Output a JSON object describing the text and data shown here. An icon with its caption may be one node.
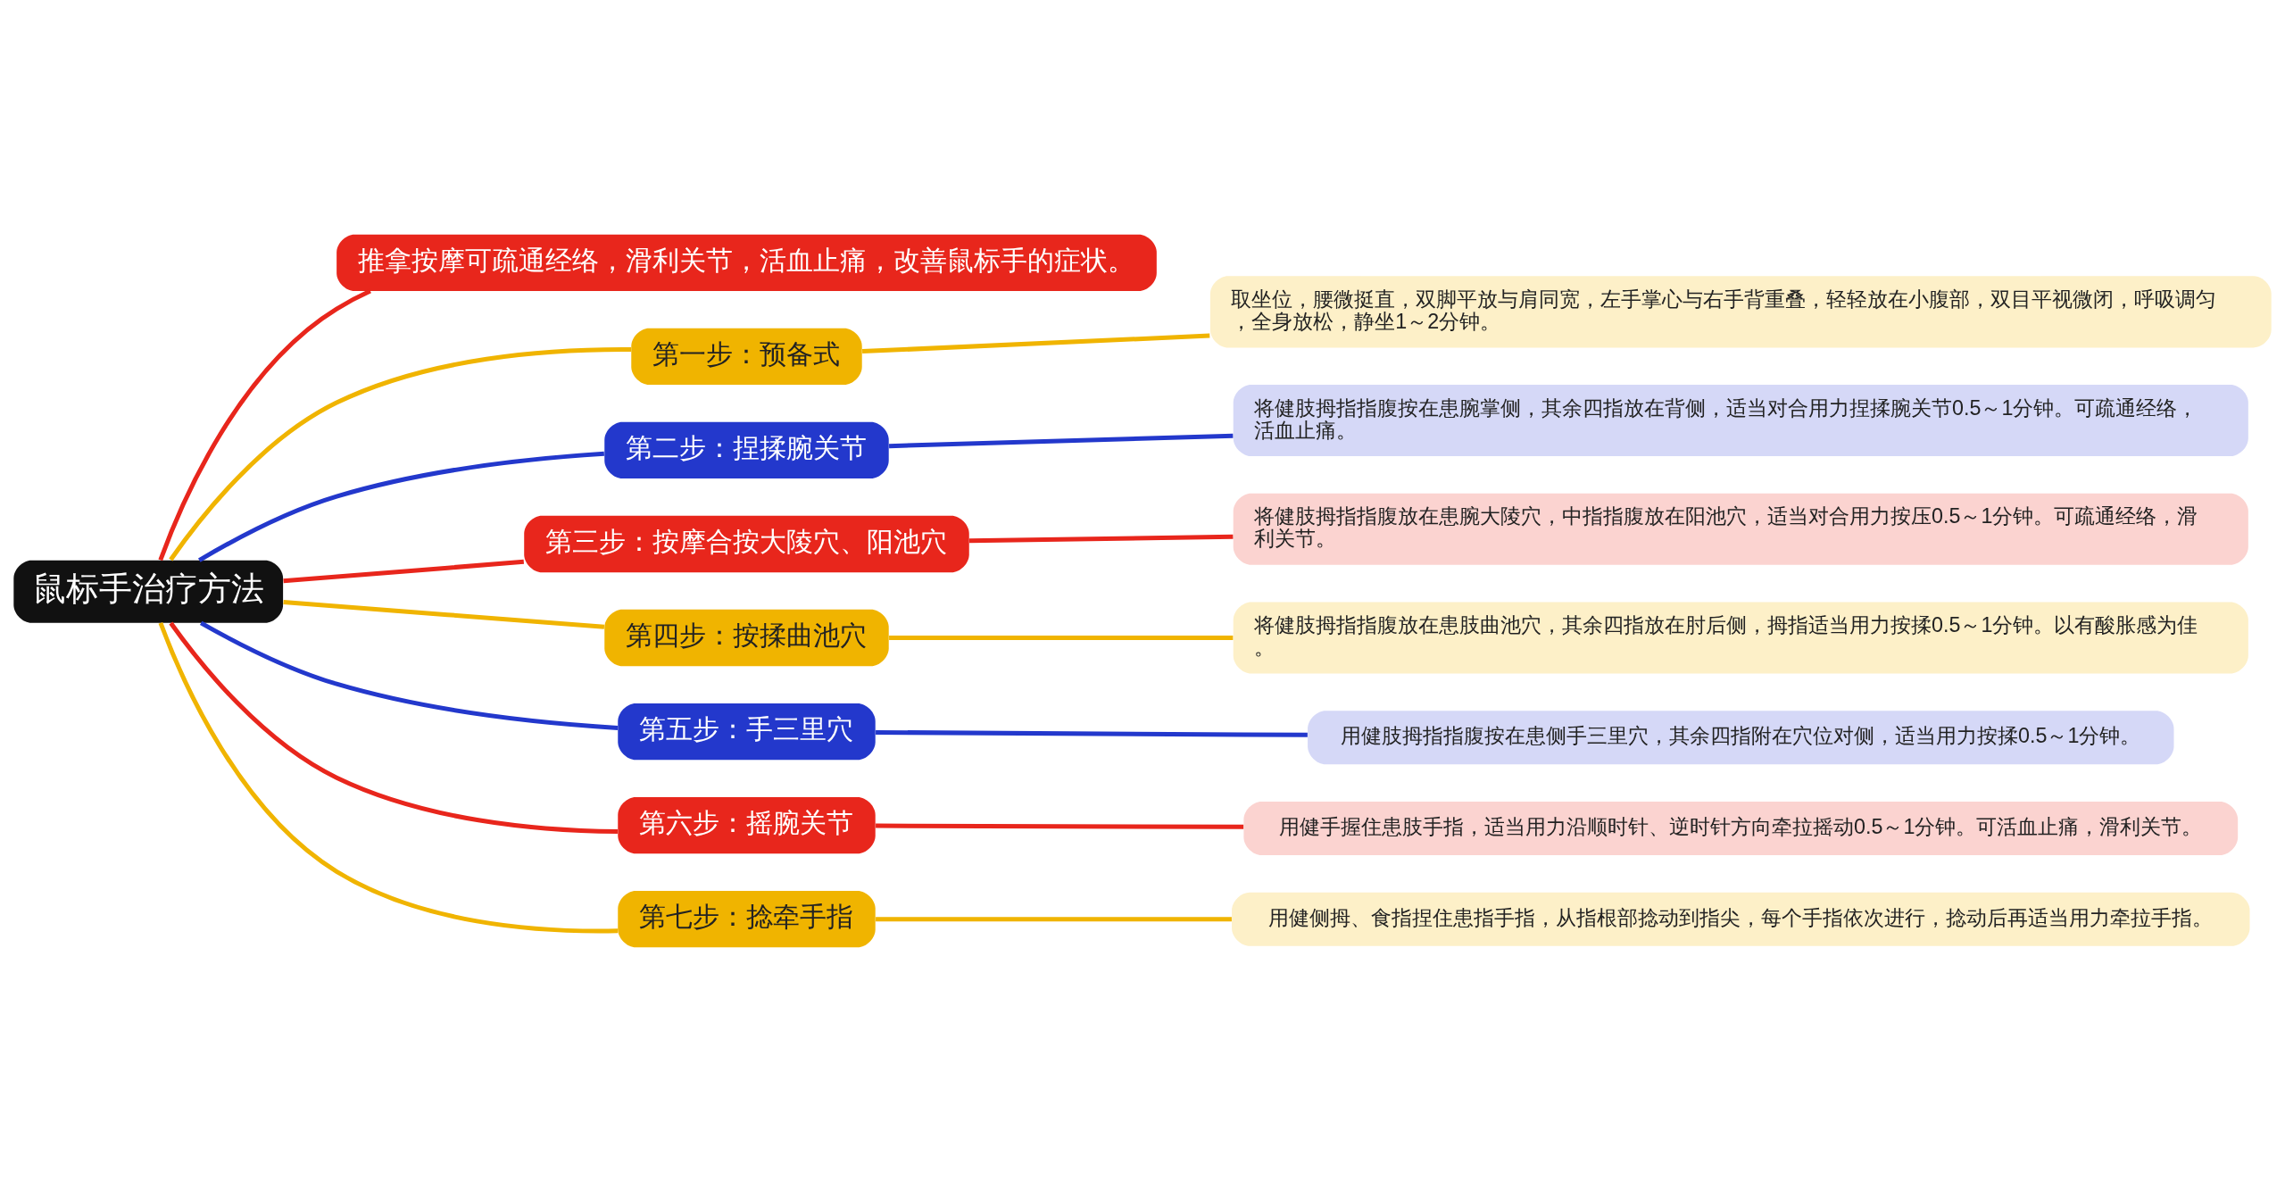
{
  "diagram": {
    "nodes": [
      {
        "text": [
          "鼠标手治疗方法"
        ]
      },
      {
        "text": [
          "推拿按摩可疏通经络，滑利关节，活血止痛，改善鼠标手的症状。"
        ]
      },
      {
        "text": [
          "第一步：预备式"
        ]
      },
      {
        "text": [
          "取坐位，腰微挺直，双脚平放与肩同宽，左手掌心与右手背重叠，轻轻放在小腹部，双目平视微闭，呼吸调匀，全身放松，静坐1～2分钟。"
        ]
      },
      {
        "text": [
          "第二步：捏揉腕关节"
        ]
      },
      {
        "text": [
          "将健肢拇指指腹按在患腕掌侧，其余四指放在背侧，适当对合用力捏揉腕关节0.5～1分钟。可疏通经络，活血止痛。"
        ]
      },
      {
        "text": [
          "第三步：按摩合按大陵穴、阳池穴"
        ]
      },
      {
        "text": [
          "将健肢拇指指腹放在患腕大陵穴，中指指腹放在阳池穴，适当对合用力按压0.5～1分钟。可疏通经络，滑利关节。"
        ]
      },
      {
        "text": [
          "第四步：按揉曲池穴"
        ]
      },
      {
        "text": [
          "将健肢拇指指腹放在患肢曲池穴，其余四指放在肘后侧，拇指适当用力按揉0.5～1分钟。以有酸胀感为佳。"
        ]
      },
      {
        "text": [
          "第五步：手三里穴"
        ]
      },
      {
        "text": [
          "用健肢拇指指腹按在患侧手三里穴，其余四指附在穴位对侧，适当用力按揉0.5～1分钟。"
        ]
      },
      {
        "text": [
          "第六步：摇腕关节"
        ]
      },
      {
        "text": [
          "用健手握住患肢手指，适当用力沿顺时针、逆时针方向牵拉摇动0.5～1分钟。可活血止痛，滑利关节。"
        ]
      },
      {
        "text": [
          "第七步：捻牵手指"
        ]
      },
      {
        "text": [
          "用健侧拇、食指捏住患指手指，从指根部捻动到指尖，每个手指依次进行，捻动后再适当用力牵拉手指。"
        ]
      }
    ],
    "edges": [
      {
        "from": 0,
        "to": 1,
        "arrow": "none",
        "color": "#e8261c"
      },
      {
        "from": 0,
        "to": 2,
        "arrow": "none"
      },
      {
        "from": 2,
        "to": 3,
        "arrow": "none"
      },
      {
        "from": 0,
        "to": 4,
        "arrow": "none",
        "color": "#2338cc"
      },
      {
        "from": 4,
        "to": 5,
        "arrow": "none",
        "color": "#2338cc"
      },
      {
        "from": 0,
        "to": 6,
        "arrow": "none",
        "color": "#e8261c"
      },
      {
        "from": 6,
        "to": 7,
        "arrow": "none",
        "color": "#e8261c"
      },
      {
        "from": 0,
        "to": 8,
        "arrow": "none"
      },
      {
        "from": 8,
        "to": 9,
        "arrow": "none"
      },
      {
        "from": 0,
        "to": 10,
        "arrow": "none",
        "color": "#2338cc"
      },
      {
        "from": 10,
        "to": 11,
        "arrow": "none",
        "color": "#2338cc"
      },
      {
        "from": 0,
        "to": 12,
        "arrow": "none",
        "color": "#e8261c"
      },
      {
        "from": 12,
        "to": 13,
        "arrow": "none",
        "color": "#e8261c"
      },
      {
        "from": 0,
        "to": 14,
        "arrow": "none"
      },
      {
        "from": 14,
        "to": 15,
        "arrow": "none"
      }
    ]
  }
}
